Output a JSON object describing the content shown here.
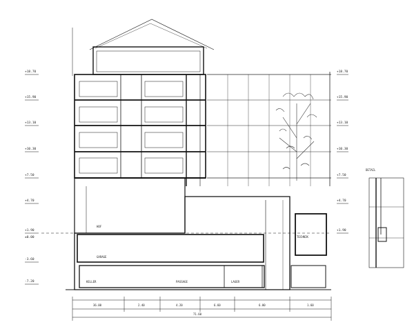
{
  "drawing": {
    "subject": "building section drawing",
    "ink_color": "#111111",
    "paper_color": "#ffffff",
    "level_marks_left": [
      "+18.70",
      "+15.90",
      "+13.10",
      "+10.30",
      "+7.50",
      "+4.70",
      "+1.90",
      "±0.00",
      "-3.60",
      "-7.20"
    ],
    "level_marks_right": [
      "+18.70",
      "+15.90",
      "+13.10",
      "+10.30",
      "+7.50",
      "+4.70",
      "+1.90"
    ],
    "room_labels": [
      "HOF",
      "GARAGE",
      "TECHNIK",
      "LAGER",
      "KELLER",
      "PASSAGE"
    ],
    "detail_title": "DETAIL",
    "dimensions_bottom": [
      "36.00",
      "2.40",
      "4.20",
      "6.60",
      "71.60",
      "6.00",
      "1.60"
    ]
  }
}
